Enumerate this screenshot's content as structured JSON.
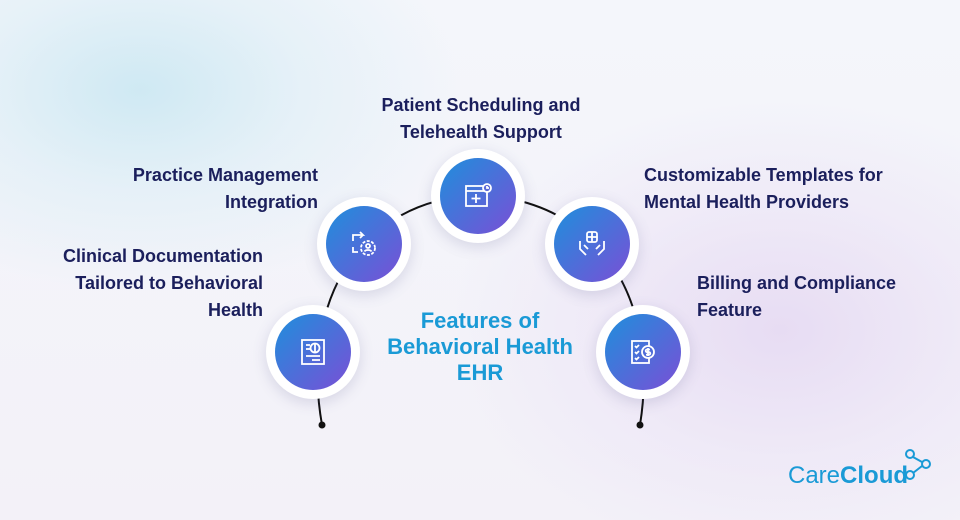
{
  "center_title": {
    "line1": "Features of",
    "line2": "Behavioral Health",
    "line3": "EHR"
  },
  "features": [
    {
      "line1": "Clinical Documentation",
      "line2": "Tailored to Behavioral",
      "line3": "Health",
      "icon": "brain-document-icon"
    },
    {
      "line1": "Practice Management",
      "line2": "Integration",
      "icon": "gear-user-cycle-icon"
    },
    {
      "line1": "Patient Scheduling and",
      "line2": "Telehealth Support",
      "icon": "calendar-medical-icon"
    },
    {
      "line1": "Customizable Templates for",
      "line2": "Mental Health Providers",
      "icon": "hands-care-icon"
    },
    {
      "line1": "Billing and Compliance",
      "line2": "Feature",
      "icon": "checklist-dollar-icon"
    }
  ],
  "logo": {
    "text_light": "Care",
    "text_bold": "Cloud"
  },
  "colors": {
    "navy": "#1b1f5c",
    "accent": "#1a9ad6",
    "grad_start": "#1e8fdc",
    "grad_end": "#7a4fd6"
  }
}
